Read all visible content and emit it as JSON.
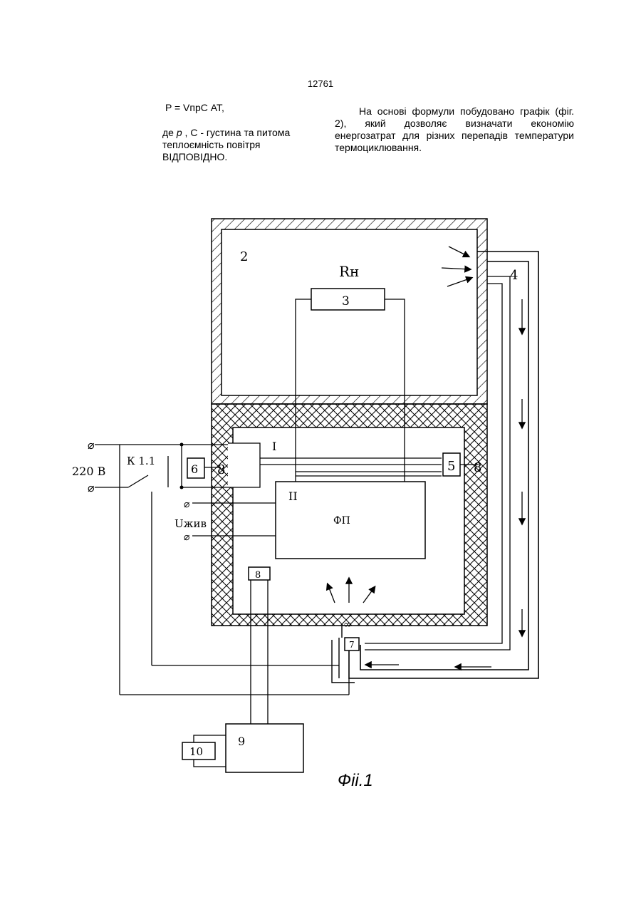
{
  "page_number": "12761",
  "formula": "P = VпрС АТ,",
  "left_text": {
    "prefix": "де ",
    "rho": "р",
    "rest": " , С - густина та питома теплоємність повітря ВІДПОВІДНО."
  },
  "right_text": "На основі формули побудовано графік (фіг. 2), який дозволяє визначати економію енергозатрат для різних перепадів температури термоциклювання.",
  "figure": {
    "labels": {
      "chamber": "2",
      "resistor_symbol": "Rн",
      "resistor": "3",
      "duct": "4",
      "block5": "5",
      "block6": "6",
      "zone1": "І",
      "zone2": "ІІ",
      "fp": "ФП",
      "sensor": "8",
      "fan": "7",
      "block9": "9",
      "block10": "10",
      "voltage": "220 В",
      "switch": "К 1.1",
      "supply": "Uжив"
    },
    "caption": "Фіі.1"
  }
}
